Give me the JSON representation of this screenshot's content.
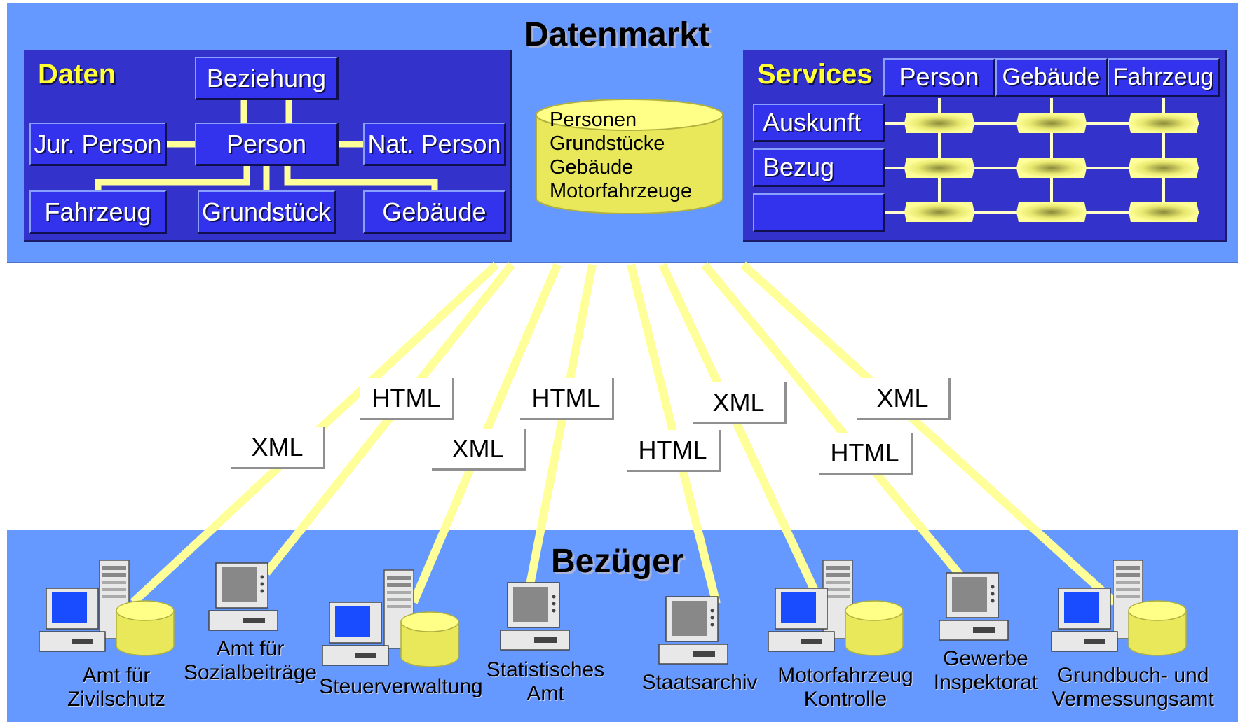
{
  "title": "Datenmarkt",
  "daten": {
    "title": "Daten",
    "entities": {
      "beziehung": "Beziehung",
      "jur_person": "Jur. Person",
      "person": "Person",
      "nat_person": "Nat. Person",
      "fahrzeug": "Fahrzeug",
      "grundstueck": "Grundstück",
      "gebaeude": "Gebäude"
    }
  },
  "database": {
    "items": [
      "Personen",
      "Grundstücke",
      "Gebäude",
      "Motorfahrzeuge"
    ]
  },
  "services": {
    "title": "Services",
    "columns": [
      "Person",
      "Gebäude",
      "Fahrzeug"
    ],
    "rows": [
      "Auskunft",
      "Bezug",
      ""
    ]
  },
  "protocols": [
    "XML",
    "HTML",
    "XML",
    "HTML",
    "HTML",
    "XML",
    "HTML",
    "XML"
  ],
  "bezueger": {
    "title": "Bezüger",
    "clients": [
      {
        "line1": "Amt für",
        "line2": "Zivilschutz"
      },
      {
        "line1": "Amt für",
        "line2": "Sozialbeiträge"
      },
      {
        "line1": "Steuerverwaltung",
        "line2": ""
      },
      {
        "line1": "Statistisches",
        "line2": "Amt"
      },
      {
        "line1": "Staatsarchiv",
        "line2": ""
      },
      {
        "line1": "Motorfahrzeug",
        "line2": "Kontrolle"
      },
      {
        "line1": "Gewerbe",
        "line2": "Inspektorat"
      },
      {
        "line1": "Grundbuch- und",
        "line2": "Vermessungsamt"
      }
    ]
  },
  "colors": {
    "band": "#6699ff",
    "panel": "#3333cc",
    "box": "#3333ee",
    "accent_yellow": "#ffff33",
    "connector": "#ffff99"
  }
}
